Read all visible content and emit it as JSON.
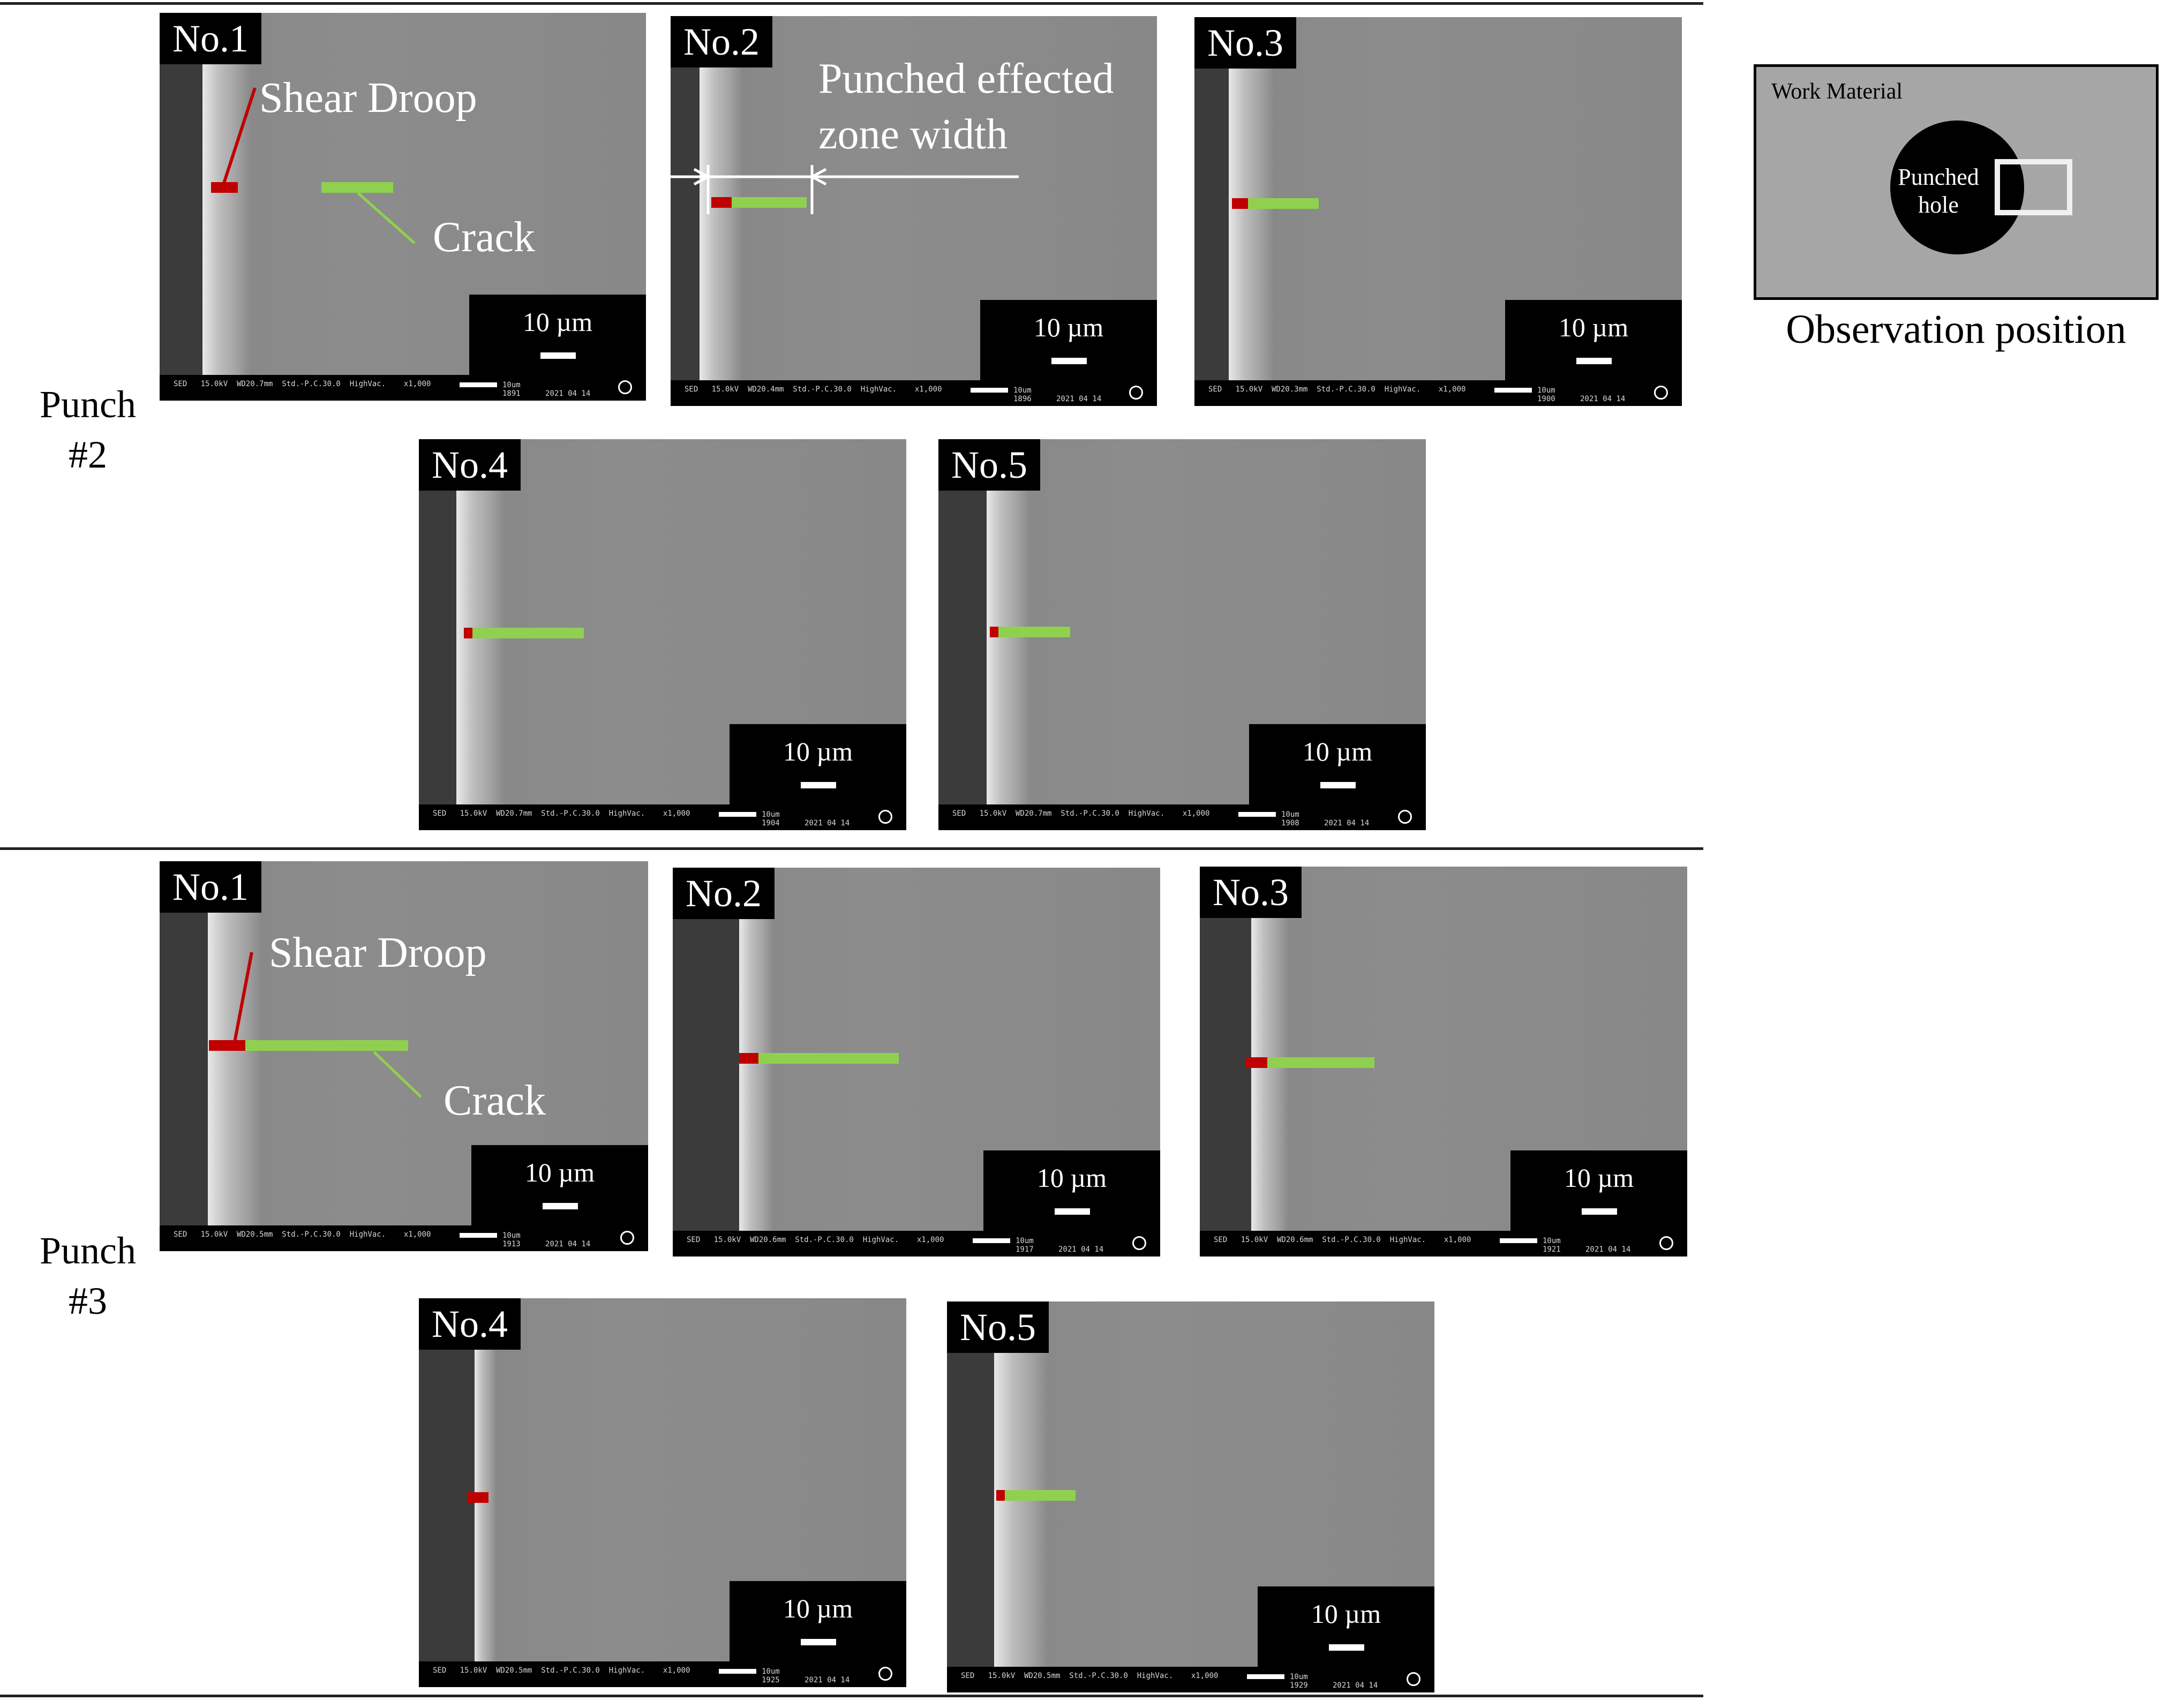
{
  "rows": [
    {
      "label_line1": "Punch",
      "label_line2": "#2",
      "panels": [
        {
          "label": "No.1",
          "scale_text": "10 µm",
          "footer_text": "SED   15.0kV  WD20.7mm  Std.-P.C.30.0  HighVac.    x1,000",
          "footer_scale": "10um",
          "image_no": "1891",
          "date": "2021 04 14"
        },
        {
          "label": "No.2",
          "scale_text": "10 µm",
          "footer_text": "SED   15.0kV  WD20.4mm  Std.-P.C.30.0  HighVac.    x1,000",
          "footer_scale": "10um",
          "image_no": "1896",
          "date": "2021 04 14"
        },
        {
          "label": "No.3",
          "scale_text": "10 µm",
          "footer_text": "SED   15.0kV  WD20.3mm  Std.-P.C.30.0  HighVac.    x1,000",
          "footer_scale": "10um",
          "image_no": "1900",
          "date": "2021 04 14"
        },
        {
          "label": "No.4",
          "scale_text": "10 µm",
          "footer_text": "SED   15.0kV  WD20.7mm  Std.-P.C.30.0  HighVac.    x1,000",
          "footer_scale": "10um",
          "image_no": "1904",
          "date": "2021 04 14"
        },
        {
          "label": "No.5",
          "scale_text": "10 µm",
          "footer_text": "SED   15.0kV  WD20.7mm  Std.-P.C.30.0  HighVac.    x1,000",
          "footer_scale": "10um",
          "image_no": "1908",
          "date": "2021 04 14"
        }
      ]
    },
    {
      "label_line1": "Punch",
      "label_line2": "#3",
      "panels": [
        {
          "label": "No.1",
          "scale_text": "10 µm",
          "footer_text": "SED   15.0kV  WD20.5mm  Std.-P.C.30.0  HighVac.    x1,000",
          "footer_scale": "10um",
          "image_no": "1913",
          "date": "2021 04 14"
        },
        {
          "label": "No.2",
          "scale_text": "10 µm",
          "footer_text": "SED   15.0kV  WD20.6mm  Std.-P.C.30.0  HighVac.    x1,000",
          "footer_scale": "10um",
          "image_no": "1917",
          "date": "2021 04 14"
        },
        {
          "label": "No.3",
          "scale_text": "10 µm",
          "footer_text": "SED   15.0kV  WD20.6mm  Std.-P.C.30.0  HighVac.    x1,000",
          "footer_scale": "10um",
          "image_no": "1921",
          "date": "2021 04 14"
        },
        {
          "label": "No.4",
          "scale_text": "10 µm",
          "footer_text": "SED   15.0kV  WD20.5mm  Std.-P.C.30.0  HighVac.    x1,000",
          "footer_scale": "10um",
          "image_no": "1925",
          "date": "2021 04 14"
        },
        {
          "label": "No.5",
          "scale_text": "10 µm",
          "footer_text": "SED   15.0kV  WD20.5mm  Std.-P.C.30.0  HighVac.    x1,000",
          "footer_scale": "10um",
          "image_no": "1929",
          "date": "2021 04 14"
        }
      ]
    }
  ],
  "annotations": {
    "shear_droop": "Shear Droop",
    "crack": "Crack",
    "punched_zone_line1": "Punched effected",
    "punched_zone_line2": "zone width"
  },
  "observation": {
    "work_material": "Work Material",
    "hole_line1": "Punched",
    "hole_line2": "hole",
    "caption": "Observation position"
  },
  "colors": {
    "shear_droop_marker": "#c00000",
    "crack_marker": "#8fd14f"
  }
}
